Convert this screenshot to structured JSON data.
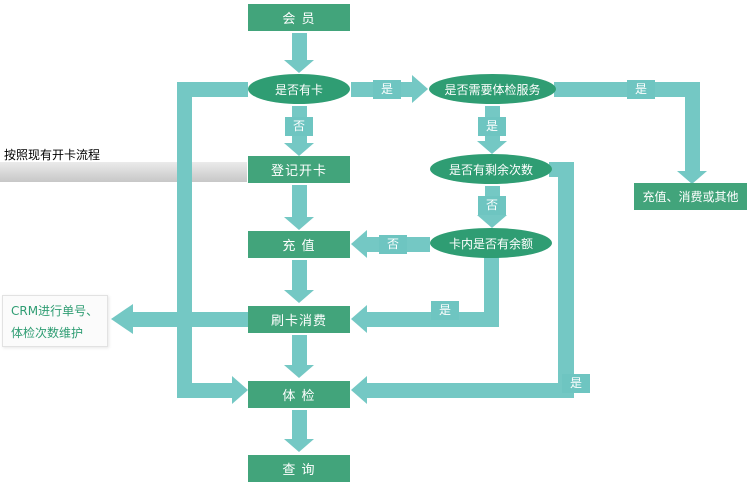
{
  "colors": {
    "node_rect": "#42a47b",
    "node_ellipse": "#2f9d73",
    "connector": "#74c8c4",
    "edge_label_bg": "#6ec5c1",
    "crm_text": "#2f9d73",
    "annotation_bar": "#d4d4d4"
  },
  "nodes": {
    "member": {
      "label": "会 员"
    },
    "has_card": {
      "label": "是否有卡"
    },
    "need_exam_service": {
      "label": "是否需要体检服务"
    },
    "register_card": {
      "label": "登记开卡"
    },
    "has_remaining_times": {
      "label": "是否有剩余次数"
    },
    "recharge_consume_other": {
      "label": "充值、消费或其他"
    },
    "recharge": {
      "label": "充 值"
    },
    "card_has_balance": {
      "label": "卡内是否有余额"
    },
    "swipe_card_consume": {
      "label": "刷卡消费"
    },
    "crm_maintenance": {
      "line1": "CRM进行单号、",
      "line2": "体检次数维护"
    },
    "physical_exam": {
      "label": "体 检"
    },
    "query": {
      "label": "查 询"
    }
  },
  "edge_labels": {
    "has_card_yes": "是",
    "has_card_no": "否",
    "need_exam_yes_down": "是",
    "need_exam_yes_right": "是",
    "remaining_no": "否",
    "balance_no": "否",
    "balance_yes": "是",
    "remaining_yes": "是"
  },
  "annotation": {
    "text": "按照现有开卡流程"
  }
}
